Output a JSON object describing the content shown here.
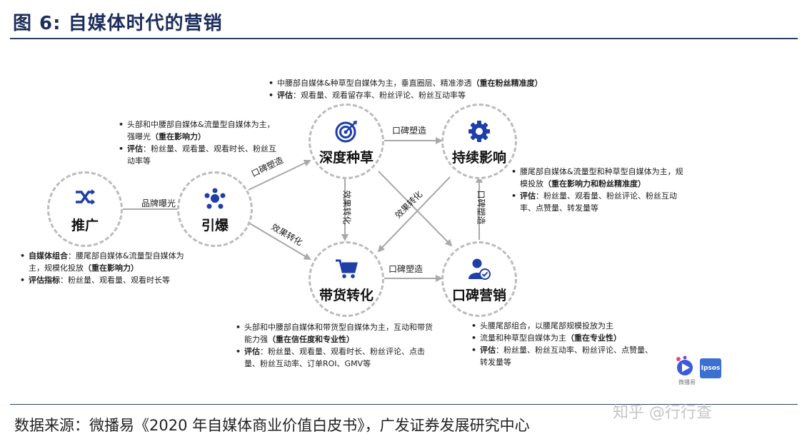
{
  "title": "图  6:  自媒体时代的营销",
  "source": "数据来源：微播易《2020 年自媒体商业价值白皮书》，广发证券发展研究中心",
  "watermark": "知乎 @行行查",
  "nodes": {
    "tuiguang": "推广",
    "yinbao": "引爆",
    "shendu": "深度种草",
    "chixu": "持续影响",
    "daihuo": "带货转化",
    "koubei": "口碑营销"
  },
  "edges": {
    "pinpai": "品牌曝光",
    "koubei_1": "口碑塑造",
    "koubei_2": "口碑塑造",
    "koubei_3": "口碑塑造",
    "koubei_4": "口碑塑造",
    "xiaoguo_1": "效果转化",
    "xiaoguo_2": "效果转化",
    "xiaoguo_3": "效果转化"
  },
  "notes": {
    "tuiguang": [
      {
        "label": "自媒体组合",
        "text": "：腰尾部自媒体&流量型自媒体为主，规模化投放",
        "emph": "（重在影响力）"
      },
      {
        "label": "评估指标",
        "text": "：粉丝量、观看量、观看时长等",
        "emph": ""
      }
    ],
    "yinbao": [
      {
        "label": "",
        "text": "头部和中腰部自媒体&流量型自媒体为主，强曝光",
        "emph": "（重在影响力）"
      },
      {
        "label": "评估",
        "text": "：粉丝量、观看量、观看时长、粉丝互动率等",
        "emph": ""
      }
    ],
    "shendu": [
      {
        "label": "",
        "text": "中腰部自媒体&种草型自媒体为主，垂直圈层、精准渗透",
        "emph": "（重在粉丝精准度）"
      },
      {
        "label": "评估",
        "text": "：观看量、观看留存率、粉丝评论、粉丝互动率等",
        "emph": ""
      }
    ],
    "chixu": [
      {
        "label": "",
        "text": "腰尾部自媒体&流量型和种草型自媒体为主，规模投放",
        "emph": "（重在影响力和粉丝精准度）"
      },
      {
        "label": "评估",
        "text": "：粉丝量、观看量、粉丝评论、粉丝互动率、点赞量、转发量等",
        "emph": ""
      }
    ],
    "daihuo": [
      {
        "label": "",
        "text": "头部和中腰部自媒体和带货型自媒体为主，互动和带货能力强",
        "emph": "（重在信任度和专业性）"
      },
      {
        "label": "评估",
        "text": "：粉丝量、观看量、观看时长、粉丝评论、点击量、粉丝互动率、订单ROI、GMV等",
        "emph": ""
      }
    ],
    "koubei": [
      {
        "label": "",
        "text": "头腰尾部组合，以腰尾部规模投放为主",
        "emph": ""
      },
      {
        "label": "",
        "text": "流量和种草型自媒体为主",
        "emph": "（重在专业性）"
      },
      {
        "label": "评估",
        "text": "：粉丝量、粉丝互动率、粉丝评论、点赞量、转发量等",
        "emph": ""
      }
    ]
  },
  "logos": {
    "weiboyi": "微播易",
    "ipsos": "Ipsos"
  },
  "colors": {
    "icon": "#1e3ea8",
    "arrow": "#a9a9a9",
    "node_border": "#bcbcbc",
    "title": "#1d2e5c"
  }
}
